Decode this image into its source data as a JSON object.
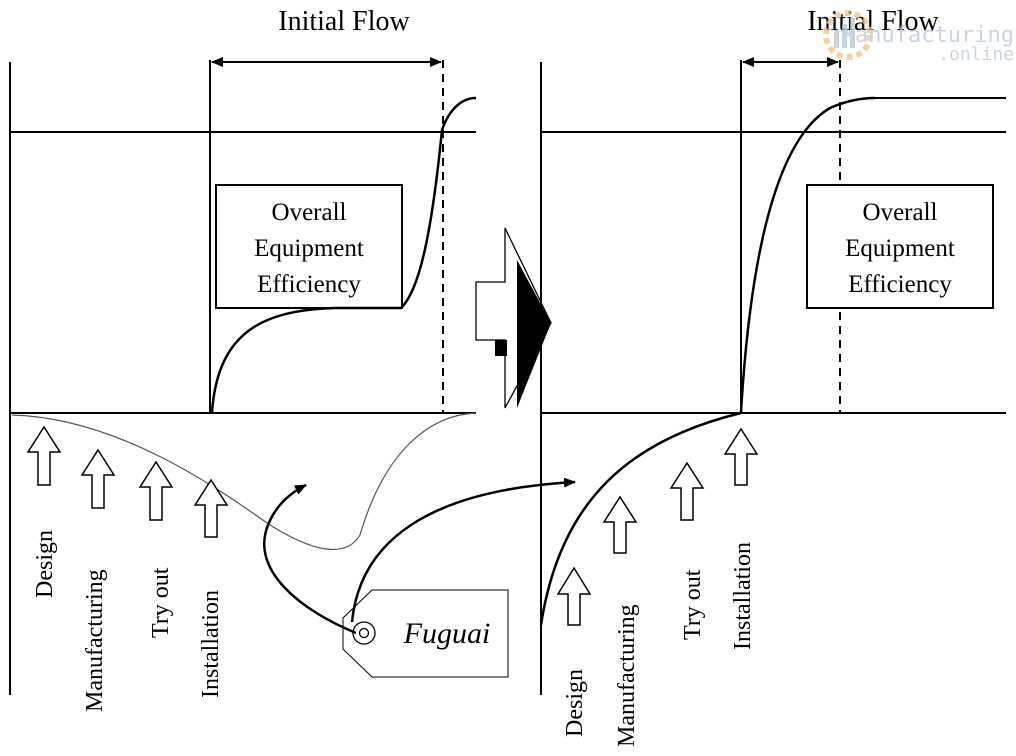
{
  "left_panel": {
    "title": "Initial Flow",
    "box_lines": [
      "Overall",
      "Equipment",
      "Efficiency"
    ],
    "stages": [
      "Design",
      "Manufacturing",
      "Try out",
      "Installation"
    ]
  },
  "right_panel": {
    "title": "Initial Flow",
    "box_lines": [
      "Overall",
      "Equipment",
      "Efficiency"
    ],
    "stages": [
      "Design",
      "Manufacturing",
      "Try out",
      "Installation"
    ]
  },
  "tag_label": "Fuguai",
  "watermark": {
    "line1": "Manufacturing",
    "line2": ".online"
  },
  "colors": {
    "ink": "#000000",
    "watermark": "#b9c6d8",
    "watermark_gear": "#f0c48a"
  }
}
